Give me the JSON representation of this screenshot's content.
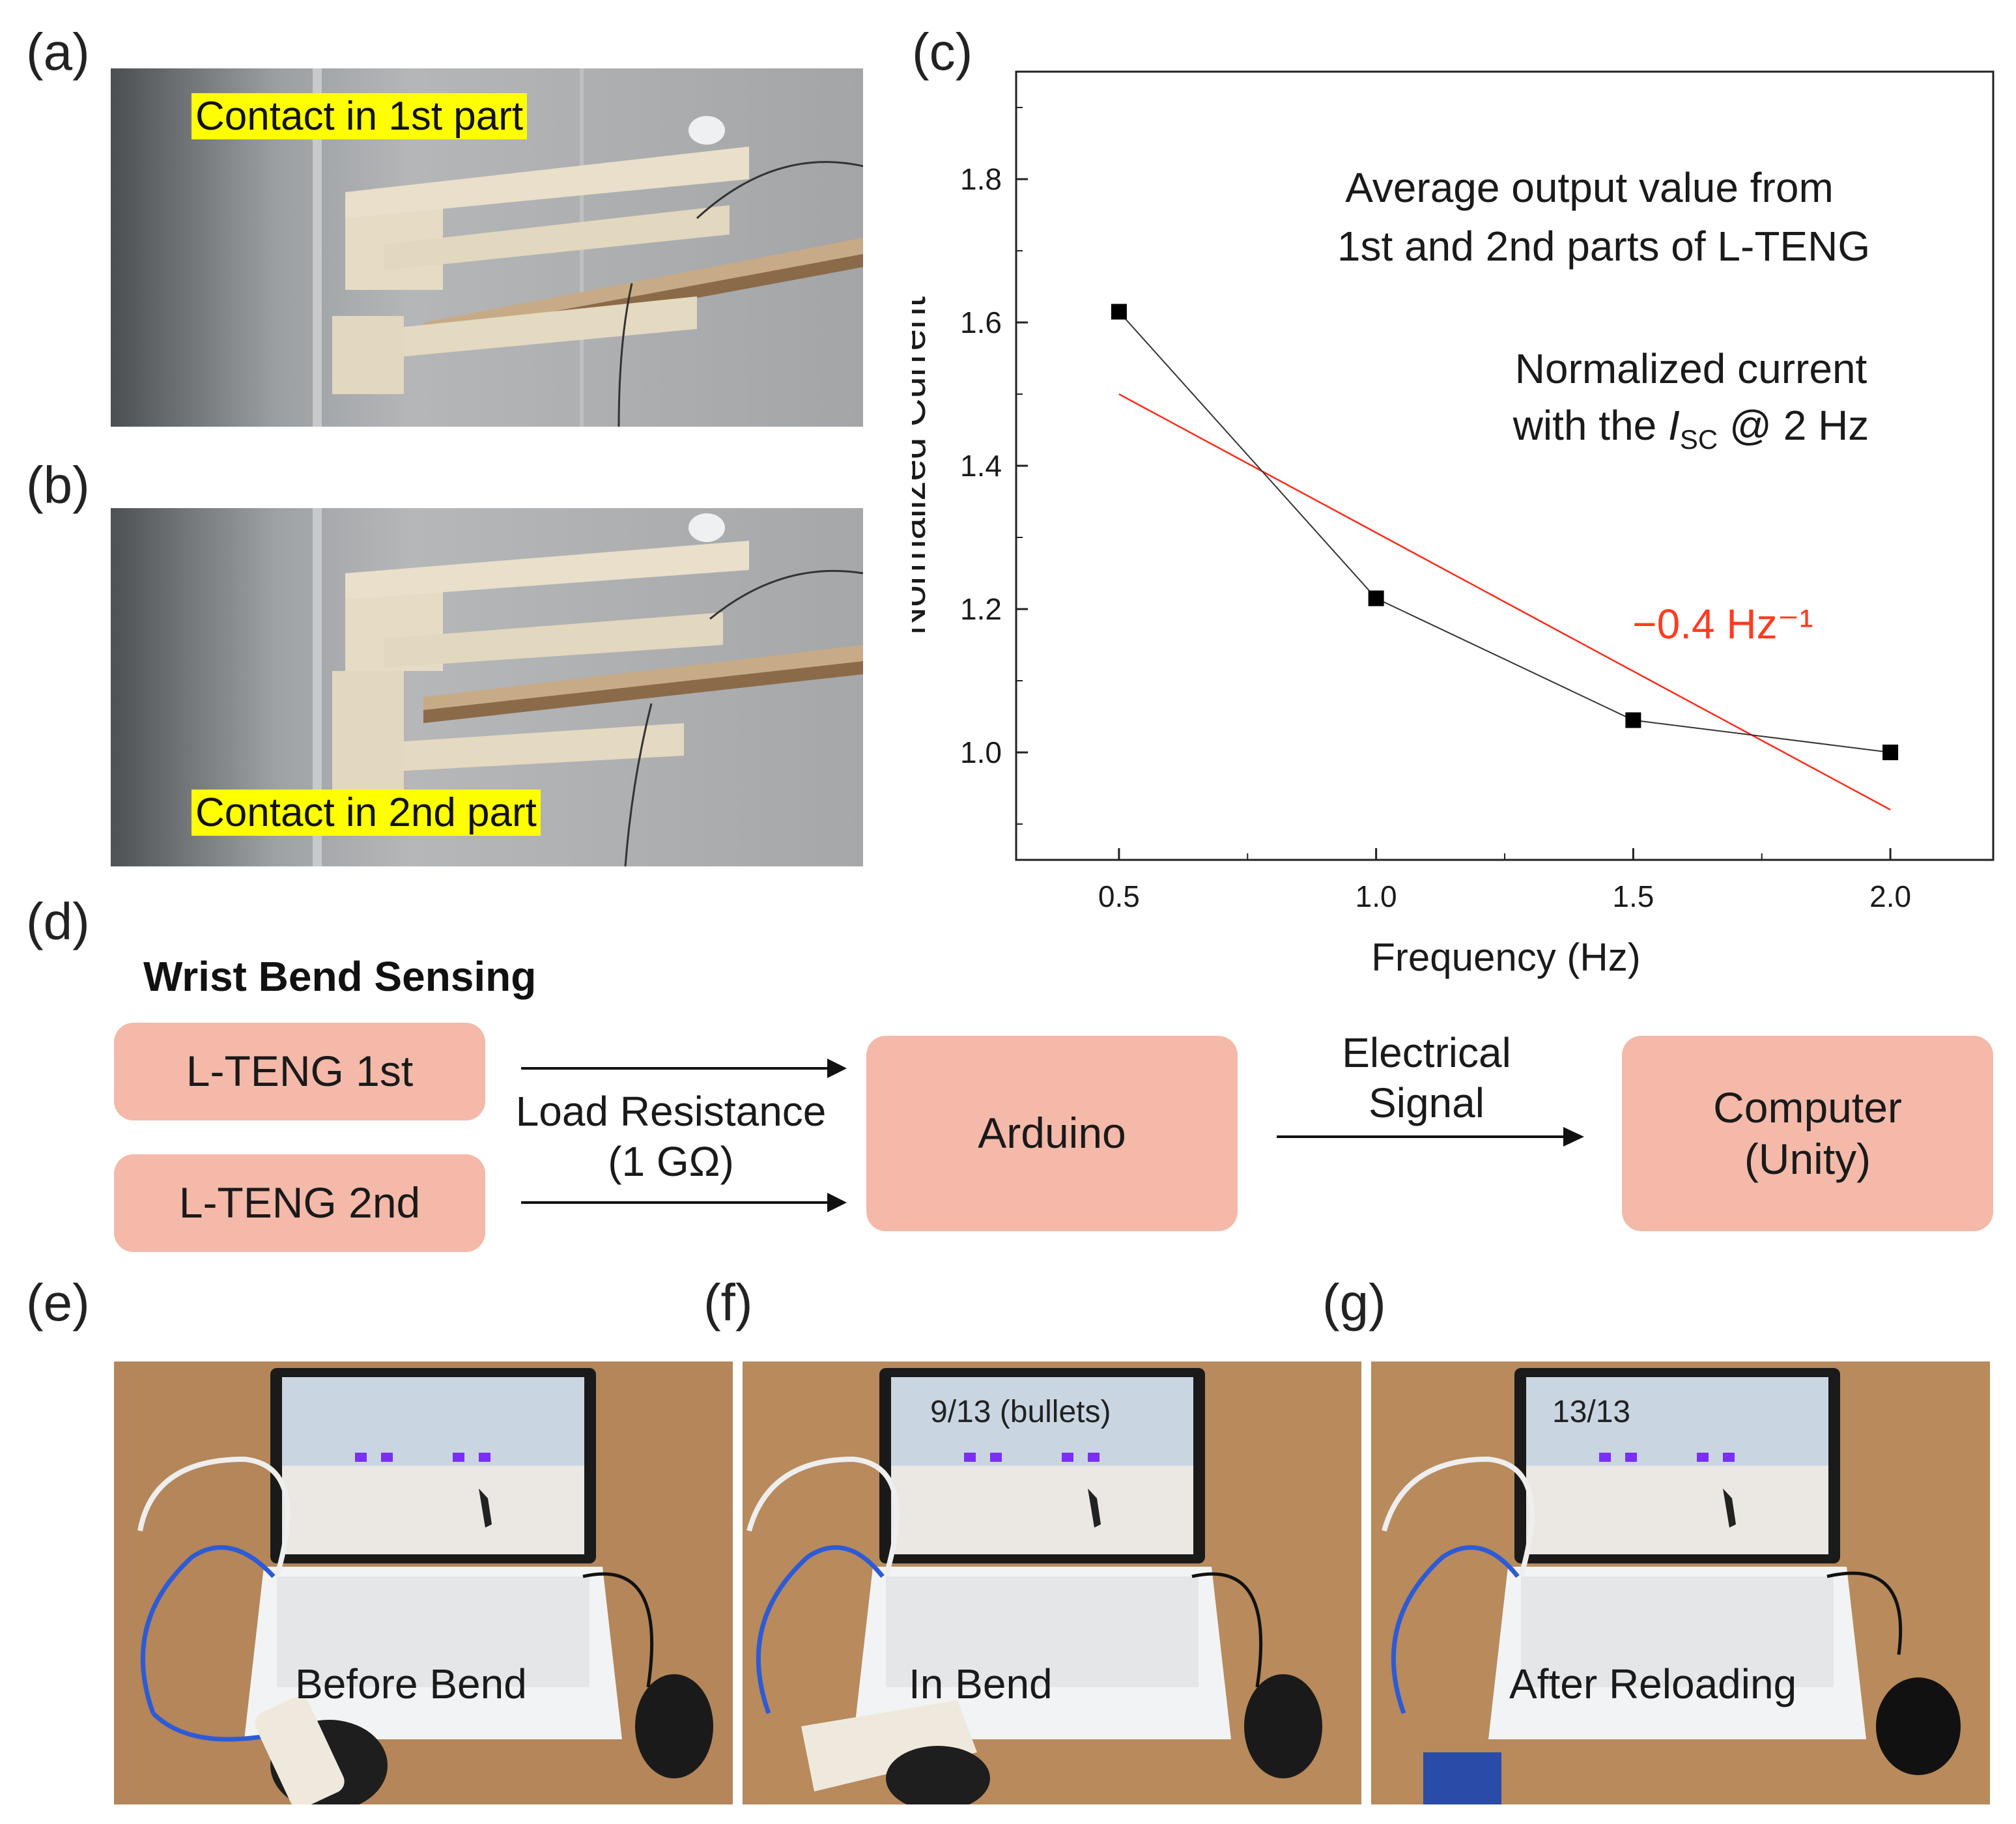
{
  "panels": {
    "a": "(a)",
    "b": "(b)",
    "c": "(c)",
    "d": "(d)",
    "e": "(e)",
    "f": "(f)",
    "g": "(g)"
  },
  "photo_a": {
    "label": "Contact in 1st part"
  },
  "photo_b": {
    "label": "Contact in 2nd part"
  },
  "chart_data": {
    "type": "scatter",
    "x": [
      0.5,
      1.0,
      1.5,
      2.0
    ],
    "series": [
      {
        "values": [
          1.615,
          1.215,
          1.045,
          1.0
        ],
        "color": "#000000",
        "marker": "square",
        "connected": true
      }
    ],
    "fit_line": {
      "x": [
        0.5,
        2.0
      ],
      "y": [
        1.5,
        0.92
      ],
      "color": "#ff2a1a",
      "label": "−0.4 Hz⁻¹"
    },
    "xlabel": "Frequency (Hz)",
    "ylabel": "Normalized Current",
    "xlim": [
      0.3,
      2.2
    ],
    "ylim": [
      0.85,
      1.95
    ],
    "xticks": [
      "0.5",
      "1.0",
      "1.5",
      "2.0"
    ],
    "yticks": [
      "1.0",
      "1.2",
      "1.4",
      "1.6",
      "1.8"
    ],
    "annotation_1": [
      "Average output value from",
      "1st and 2nd parts of L-TENG"
    ],
    "annotation_2_line1": "Normalized current",
    "annotation_2_line2_pre": "with the ",
    "annotation_2_italic": "I",
    "annotation_2_sub": "SC",
    "annotation_2_post": " @ 2 Hz",
    "grid": false
  },
  "diagram": {
    "title": "Wrist Bend Sensing",
    "box_teng1": "L-TENG 1st",
    "box_teng2": "L-TENG 2nd",
    "load_line1": "Load Resistance",
    "load_line2": "(1 GΩ)",
    "box_arduino": "Arduino",
    "signal_line1": "Electrical",
    "signal_line2": "Signal",
    "box_computer_line1": "Computer",
    "box_computer_line2": "(Unity)",
    "box_color": "#f4b9a9"
  },
  "photo_e": {
    "caption": "Before Bend",
    "screen": ""
  },
  "photo_f": {
    "caption": "In Bend",
    "screen": "9/13 (bullets)"
  },
  "photo_g": {
    "caption": "After Reloading",
    "screen": "13/13"
  }
}
